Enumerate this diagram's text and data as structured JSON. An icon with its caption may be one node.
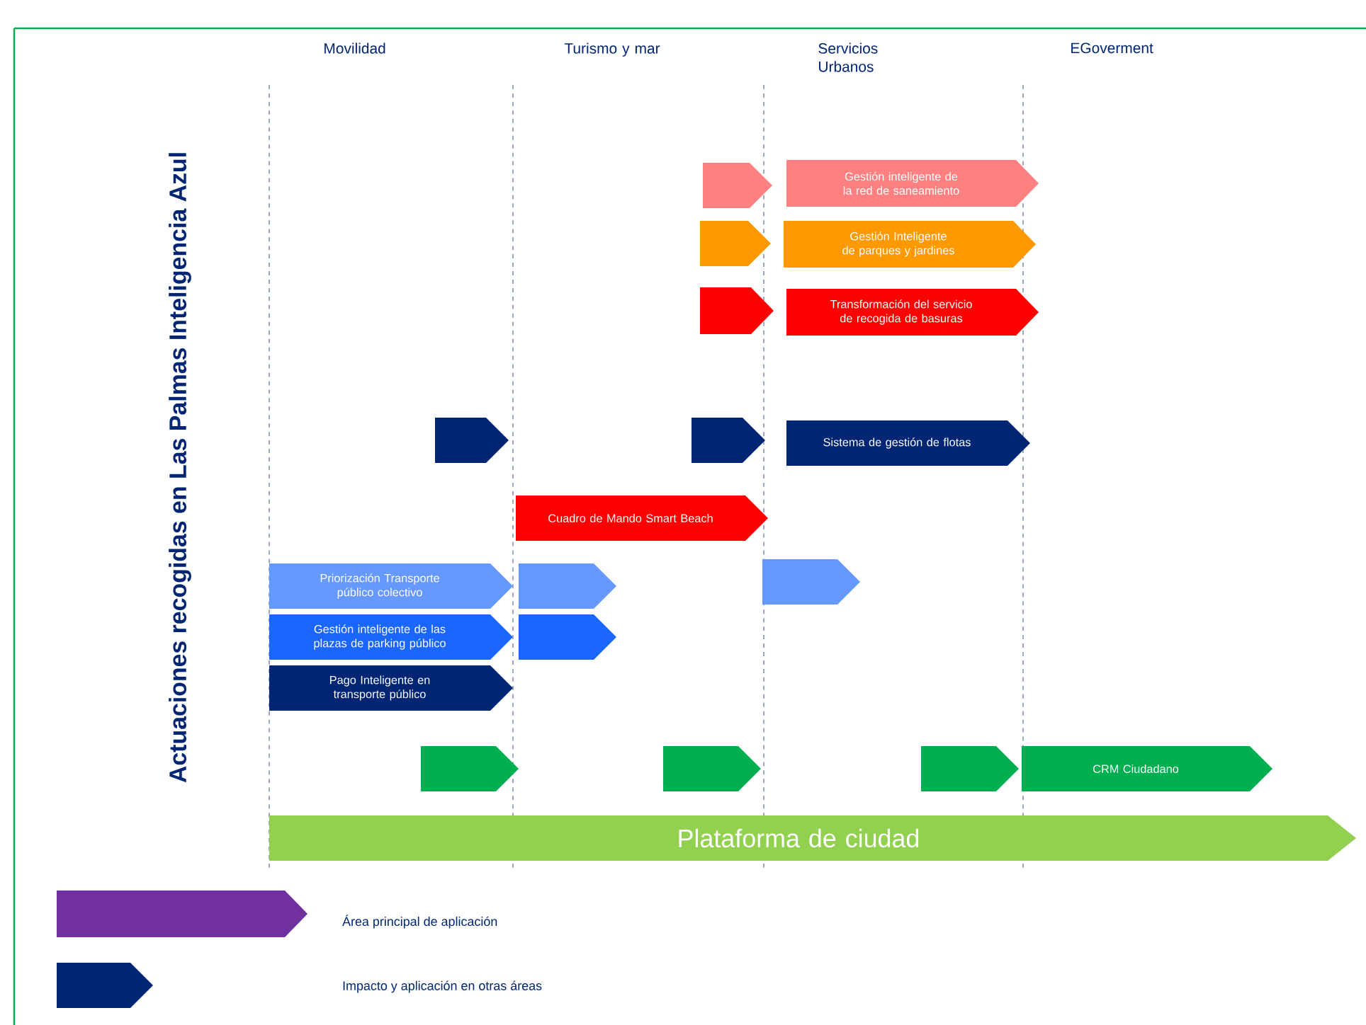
{
  "diagram": {
    "title": "Actuaciones recogidas en Las Palmas Inteligencia Azul",
    "nodes": [
      {
        "text": [],
        "shape": "chevron"
      },
      {
        "text": [
          "Gestión inteligente de la red de saneamiento"
        ]
      },
      {
        "text": [],
        "shape": "chevron"
      },
      {
        "text": [
          "Gestión Inteligente de parques y jardines"
        ]
      },
      {
        "text": [],
        "shape": "chevron"
      },
      {
        "text": [
          "Transformación del servicio de recogida de basuras"
        ]
      },
      {
        "text": [],
        "shape": "chevron"
      },
      {
        "text": [],
        "shape": "chevron"
      },
      {
        "text": [
          "Sistema de gestión de flotas"
        ]
      },
      {
        "text": [
          "Cuadro de Mando Smart Beach"
        ]
      },
      {
        "text": [
          "Priorización Transporte público colectivo"
        ]
      },
      {
        "text": [],
        "shape": "chevron"
      },
      {
        "text": [],
        "shape": "chevron"
      },
      {
        "text": [
          "Gestión inteligente de las plazas de parking público"
        ]
      },
      {
        "text": [],
        "shape": "chevron"
      },
      {
        "text": [
          "Pago Inteligente en transporte público"
        ]
      },
      {
        "text": [],
        "shape": "chevron"
      },
      {
        "text": [],
        "shape": "chevron"
      },
      {
        "text": [],
        "shape": "chevron"
      },
      {
        "text": [
          "CRM  Ciudadano"
        ]
      },
      {
        "text": [
          "Plataforma de ciudad"
        ]
      }
    ],
    "labels": [
      "Movilidad",
      "Turismo y mar",
      "Servicios Urbanos",
      "EGoverment"
    ],
    "legend": [
      {
        "text": "Área principal de aplicación",
        "color": "#7030a0"
      },
      {
        "text": "Impacto y aplicación en otras áreas",
        "color": "#002673"
      }
    ]
  }
}
